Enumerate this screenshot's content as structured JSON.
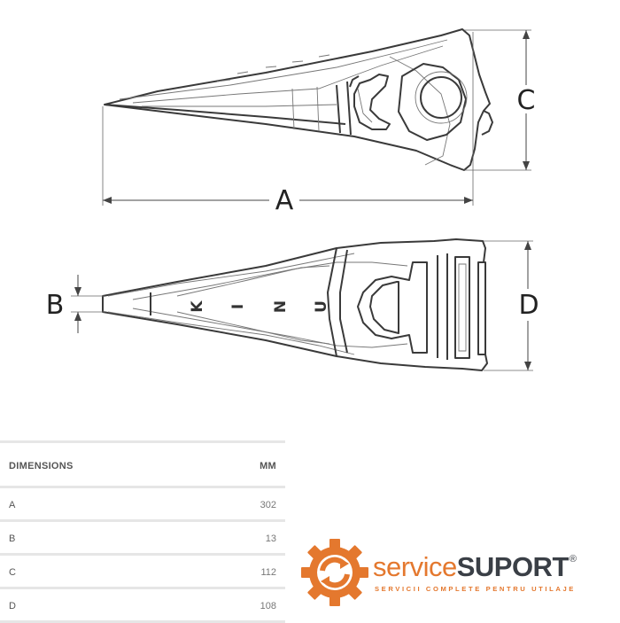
{
  "drawing": {
    "dimension_letters": {
      "a": "A",
      "b": "B",
      "c": "C",
      "d": "D"
    },
    "etched_text": [
      "K",
      "I",
      "N",
      "U"
    ]
  },
  "table": {
    "header": {
      "label": "DIMENSIONS",
      "unit": "MM"
    },
    "rows": [
      {
        "label": "A",
        "value": "302"
      },
      {
        "label": "B",
        "value": "13"
      },
      {
        "label": "C",
        "value": "112"
      },
      {
        "label": "D",
        "value": "108"
      }
    ]
  },
  "brand": {
    "name_part1": "service",
    "name_part2": "SUPORT",
    "registered": "®",
    "tagline": "SERVICII COMPLETE PENTRU UTILAJE",
    "colors": {
      "orange": "#e4782e",
      "dark": "#3a3f46"
    },
    "logo_icon": "gear-icon"
  }
}
